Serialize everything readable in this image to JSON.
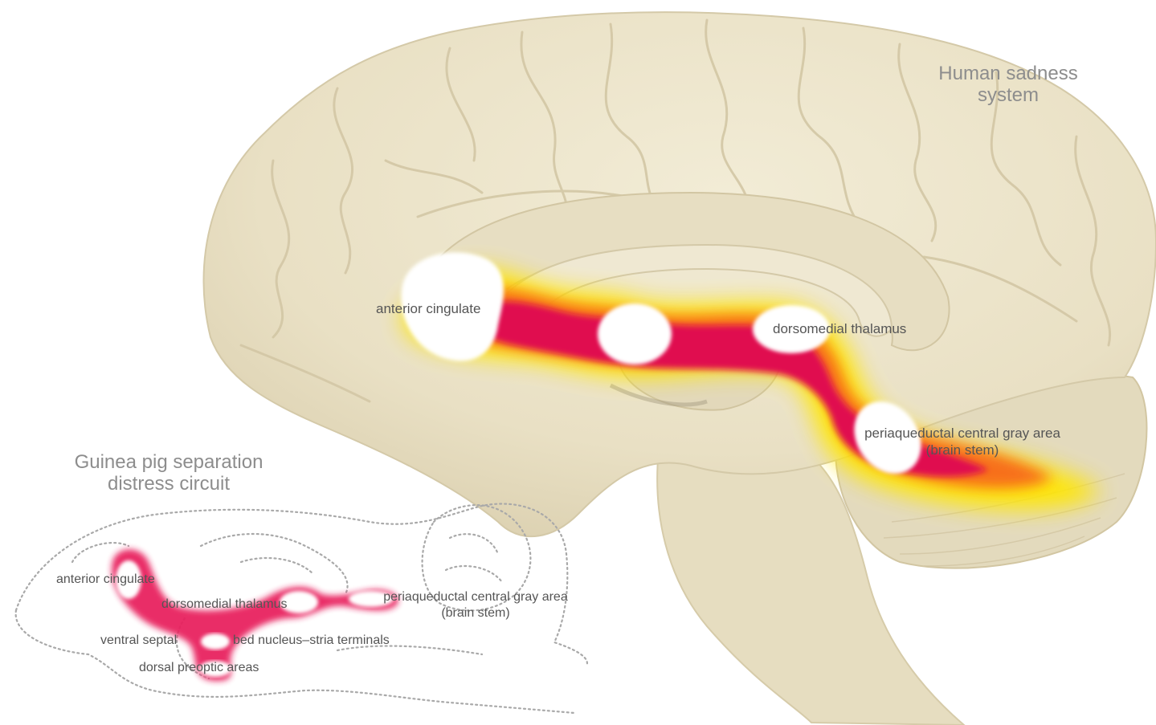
{
  "human": {
    "title_line1": "Human sadness",
    "title_line2": "system",
    "labels": {
      "anterior_cingulate": "anterior cingulate",
      "dorsomedial_thalamus": "dorsomedial thalamus",
      "pag_line1": "periaqueductal central gray area",
      "pag_line2": "(brain stem)"
    }
  },
  "guinea_pig": {
    "title_line1": "Guinea pig separation",
    "title_line2": "distress circuit",
    "labels": {
      "anterior_cingulate": "anterior cingulate",
      "dorsomedial_thalamus": "dorsomedial thalamus",
      "pag_line1": "periaqueductal central gray area",
      "pag_line2": "(brain stem)",
      "ventral_septal": "ventral septal",
      "bed_nucleus": "bed nucleus–stria terminals",
      "dorsal_preoptic": "dorsal preoptic areas"
    }
  },
  "colors": {
    "brain_fill": "#ede5cc",
    "brain_shadow": "#d8ceb1",
    "sulcus": "#cbbf9e",
    "circuit_core": "#e0104f",
    "circuit_mid": "#f7641e",
    "circuit_outer": "#ffe600",
    "outline_dots": "#a9a9a9"
  }
}
